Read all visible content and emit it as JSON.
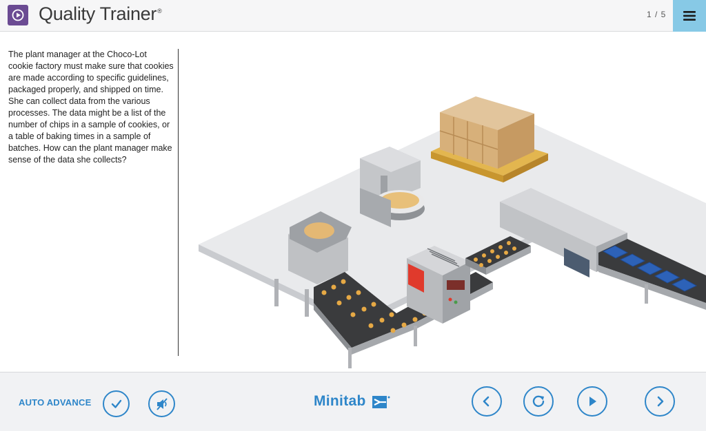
{
  "header": {
    "app_title": "Quality Trainer",
    "registered_mark": "®",
    "page_indicator": "1 / 5",
    "icons": {
      "logo": "play-circle-logo-icon",
      "menu": "hamburger-menu-icon"
    },
    "colors": {
      "logo_bg": "#6b4b93",
      "menu_bg": "#87c9e6"
    }
  },
  "content": {
    "body_text": "The plant manager at the Choco-Lot cookie factory must make sure that cookies are made according to specific guidelines, packaged properly, and shipped on time. She can collect data from the various processes. The data might be a list of the number of chips in a sample of cookies, or a table of baking times in a sample of batches. How can the plant manager make sense of the data she collects?",
    "illustration": "cookie-factory-illustration"
  },
  "footer": {
    "auto_advance_label": "AUTO ADVANCE",
    "brand": "Minitab",
    "icons": {
      "auto_advance_toggle": "checkmark-icon",
      "audio_toggle": "mute-audio-icon",
      "previous": "chevron-left-icon",
      "replay": "replay-icon",
      "play": "play-icon",
      "next": "chevron-right-icon",
      "brand_mark": "minitab-logo-icon"
    },
    "colors": {
      "accent": "#2e86c9"
    }
  }
}
